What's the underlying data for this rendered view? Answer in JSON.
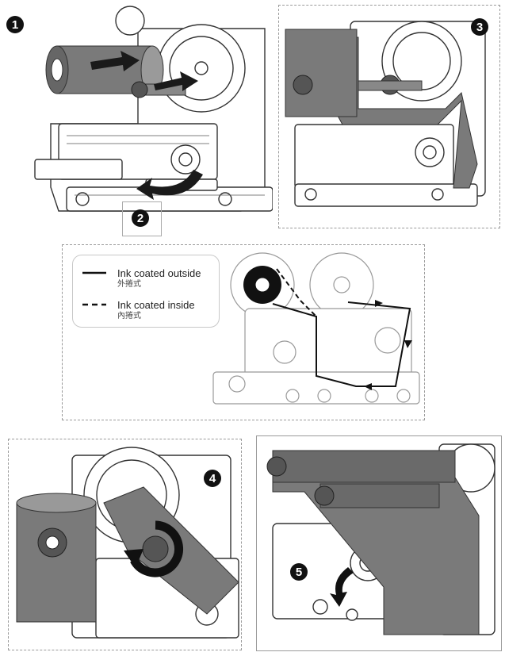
{
  "steps": [
    {
      "label": "1"
    },
    {
      "label": "2"
    },
    {
      "label": "3"
    },
    {
      "label": "4"
    },
    {
      "label": "5"
    }
  ],
  "legend": {
    "outside": {
      "label": "Ink coated outside",
      "sub": "外捲式"
    },
    "inside": {
      "label": "Ink coated inside",
      "sub": "內捲式"
    }
  },
  "colors": {
    "ribbon": "#777777",
    "line": "#222222",
    "arrow": "#1a1a1a",
    "panel_border": "#9a9a9a"
  },
  "icons": [
    "ribbon-roll-icon",
    "install-arrow-icon",
    "rotate-arrow-icon",
    "path-arrow-icon"
  ]
}
